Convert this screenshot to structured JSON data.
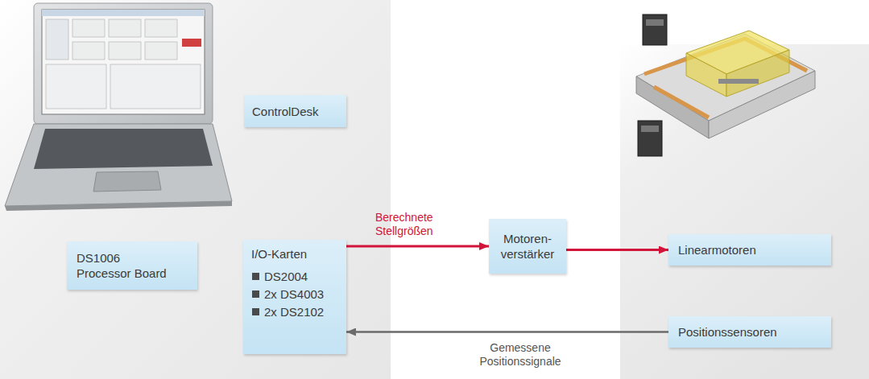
{
  "diagram": {
    "nodes": [
      {
        "text": [
          "ControlDesk"
        ]
      },
      {
        "text": [
          "DS1006 Processor Board"
        ]
      },
      {
        "text": [
          "I/O-Karten",
          "DS2004",
          "2x DS4003",
          "2x DS2102"
        ]
      },
      {
        "text": [
          "Motoren- verstärker"
        ]
      },
      {
        "text": [
          "Linearmotoren"
        ]
      },
      {
        "text": [
          "Positionssensoren"
        ]
      }
    ],
    "edges": [
      {
        "from": 2,
        "to": 3,
        "arrow": "to",
        "label": "Berechnete Stellgrößen"
      },
      {
        "from": 3,
        "to": 4,
        "arrow": "to"
      },
      {
        "from": 5,
        "to": 2,
        "arrow": "to",
        "label": "Gemessene Positionssignale"
      }
    ]
  }
}
